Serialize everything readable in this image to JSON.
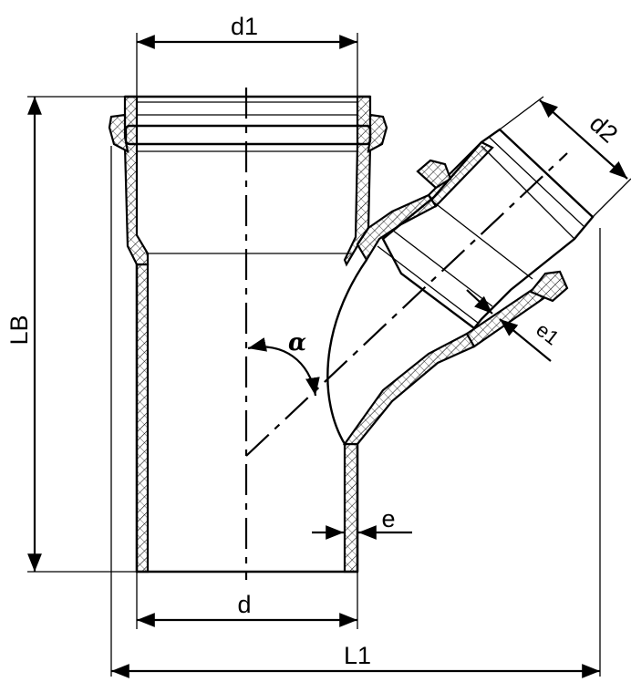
{
  "labels": {
    "d1": "d1",
    "d2": "d2",
    "lb": "LB",
    "alpha": "α",
    "e1": "e1",
    "e": "e",
    "d": "d",
    "l1": "L1"
  }
}
